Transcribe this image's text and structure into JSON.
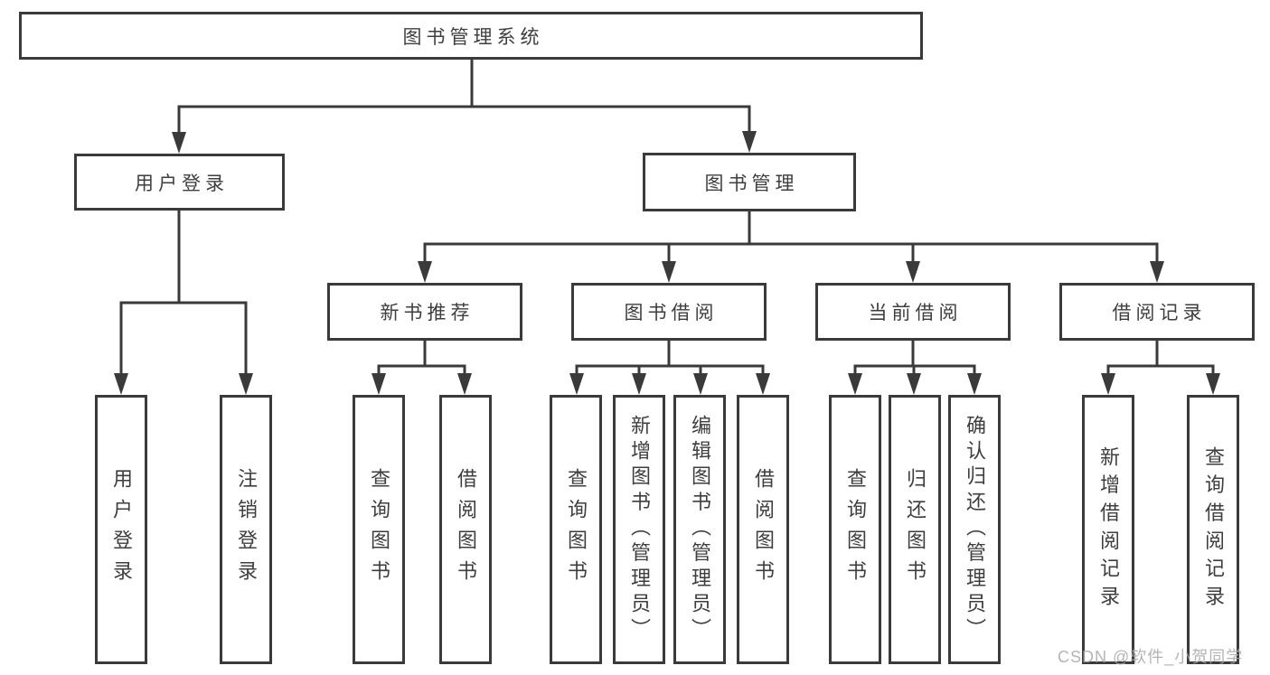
{
  "colors": {
    "line": "#3a3a3a",
    "node_border": "#3a3a3a",
    "node_text": "#3e3e3e",
    "background": "#ffffff",
    "watermark": "#a7a7a7"
  },
  "diagram": {
    "root": "图书管理系统",
    "branches": [
      {
        "label": "用户登录",
        "children": [
          "用户登录",
          "注销登录"
        ]
      },
      {
        "label": "图书管理",
        "sections": [
          {
            "label": "新书推荐",
            "children": [
              "查询图书",
              "借阅图书"
            ]
          },
          {
            "label": "图书借阅",
            "children": [
              "查询图书",
              "新增图书（管理员）",
              "编辑图书（管理员）",
              "借阅图书"
            ]
          },
          {
            "label": "当前借阅",
            "children": [
              "查询图书",
              "归还图书",
              "确认归还（管理员）"
            ]
          },
          {
            "label": "借阅记录",
            "children": [
              "新增借阅记录",
              "查询借阅记录"
            ]
          }
        ]
      }
    ]
  },
  "watermark": "CSDN @软件_小贺同学"
}
